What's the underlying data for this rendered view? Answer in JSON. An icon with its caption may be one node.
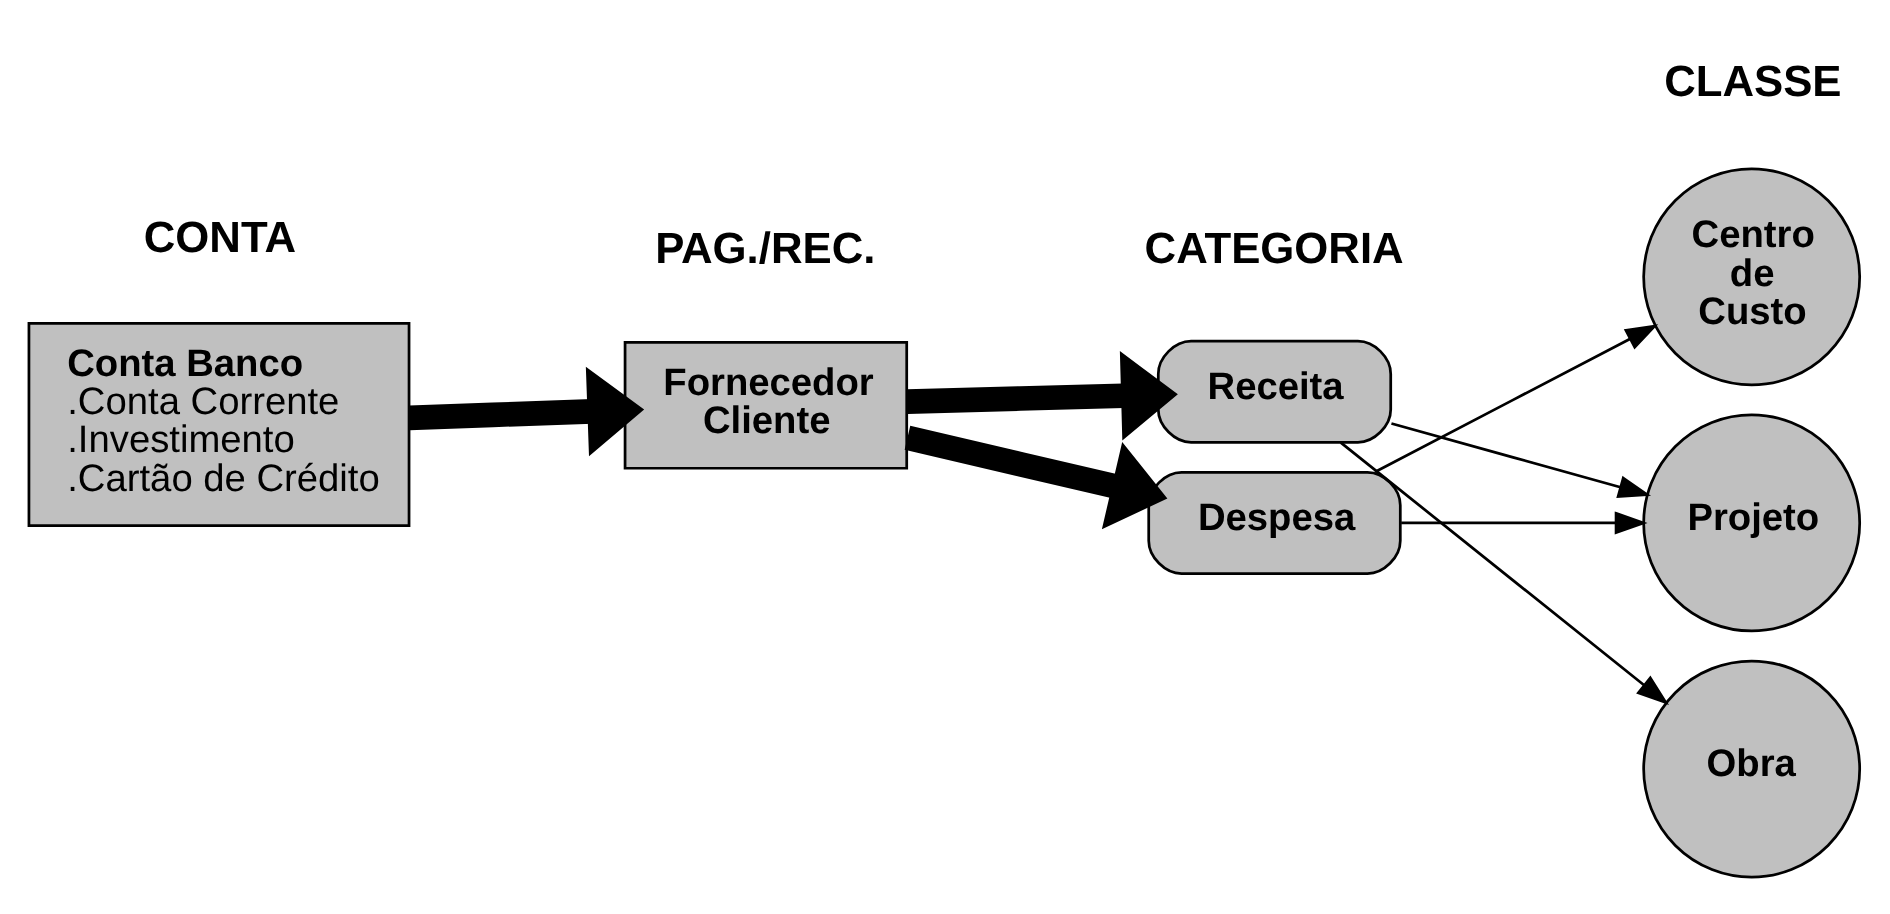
{
  "diagram": {
    "nodes": [
      {
        "text": [
          "Conta Banco",
          ".Conta Corrente",
          ".Investimento",
          ".Cartão de Crédito"
        ]
      },
      {
        "text": [
          "Fornecedor",
          "Cliente"
        ]
      },
      {
        "text": [
          "Receita"
        ]
      },
      {
        "text": [
          "Despesa"
        ]
      },
      {
        "text": [
          "Centro de Custo"
        ]
      },
      {
        "text": [
          "Projeto"
        ]
      },
      {
        "text": [
          "Obra"
        ]
      }
    ],
    "edges": [
      {
        "from": 0,
        "to": 1,
        "arrow": "to",
        "style": "thick"
      },
      {
        "from": 1,
        "to": 2,
        "arrow": "to",
        "style": "thick"
      },
      {
        "from": 1,
        "to": 3,
        "arrow": "to",
        "style": "thick"
      },
      {
        "from": 2,
        "to": 6,
        "arrow": "to"
      },
      {
        "from": 2,
        "to": 5,
        "arrow": "to"
      },
      {
        "from": 3,
        "to": 4,
        "arrow": "to"
      },
      {
        "from": 3,
        "to": 5,
        "arrow": "to"
      }
    ],
    "labels": [
      "CONTA",
      "PAG./REC.",
      "CATEGORIA",
      "CLASSE"
    ]
  }
}
